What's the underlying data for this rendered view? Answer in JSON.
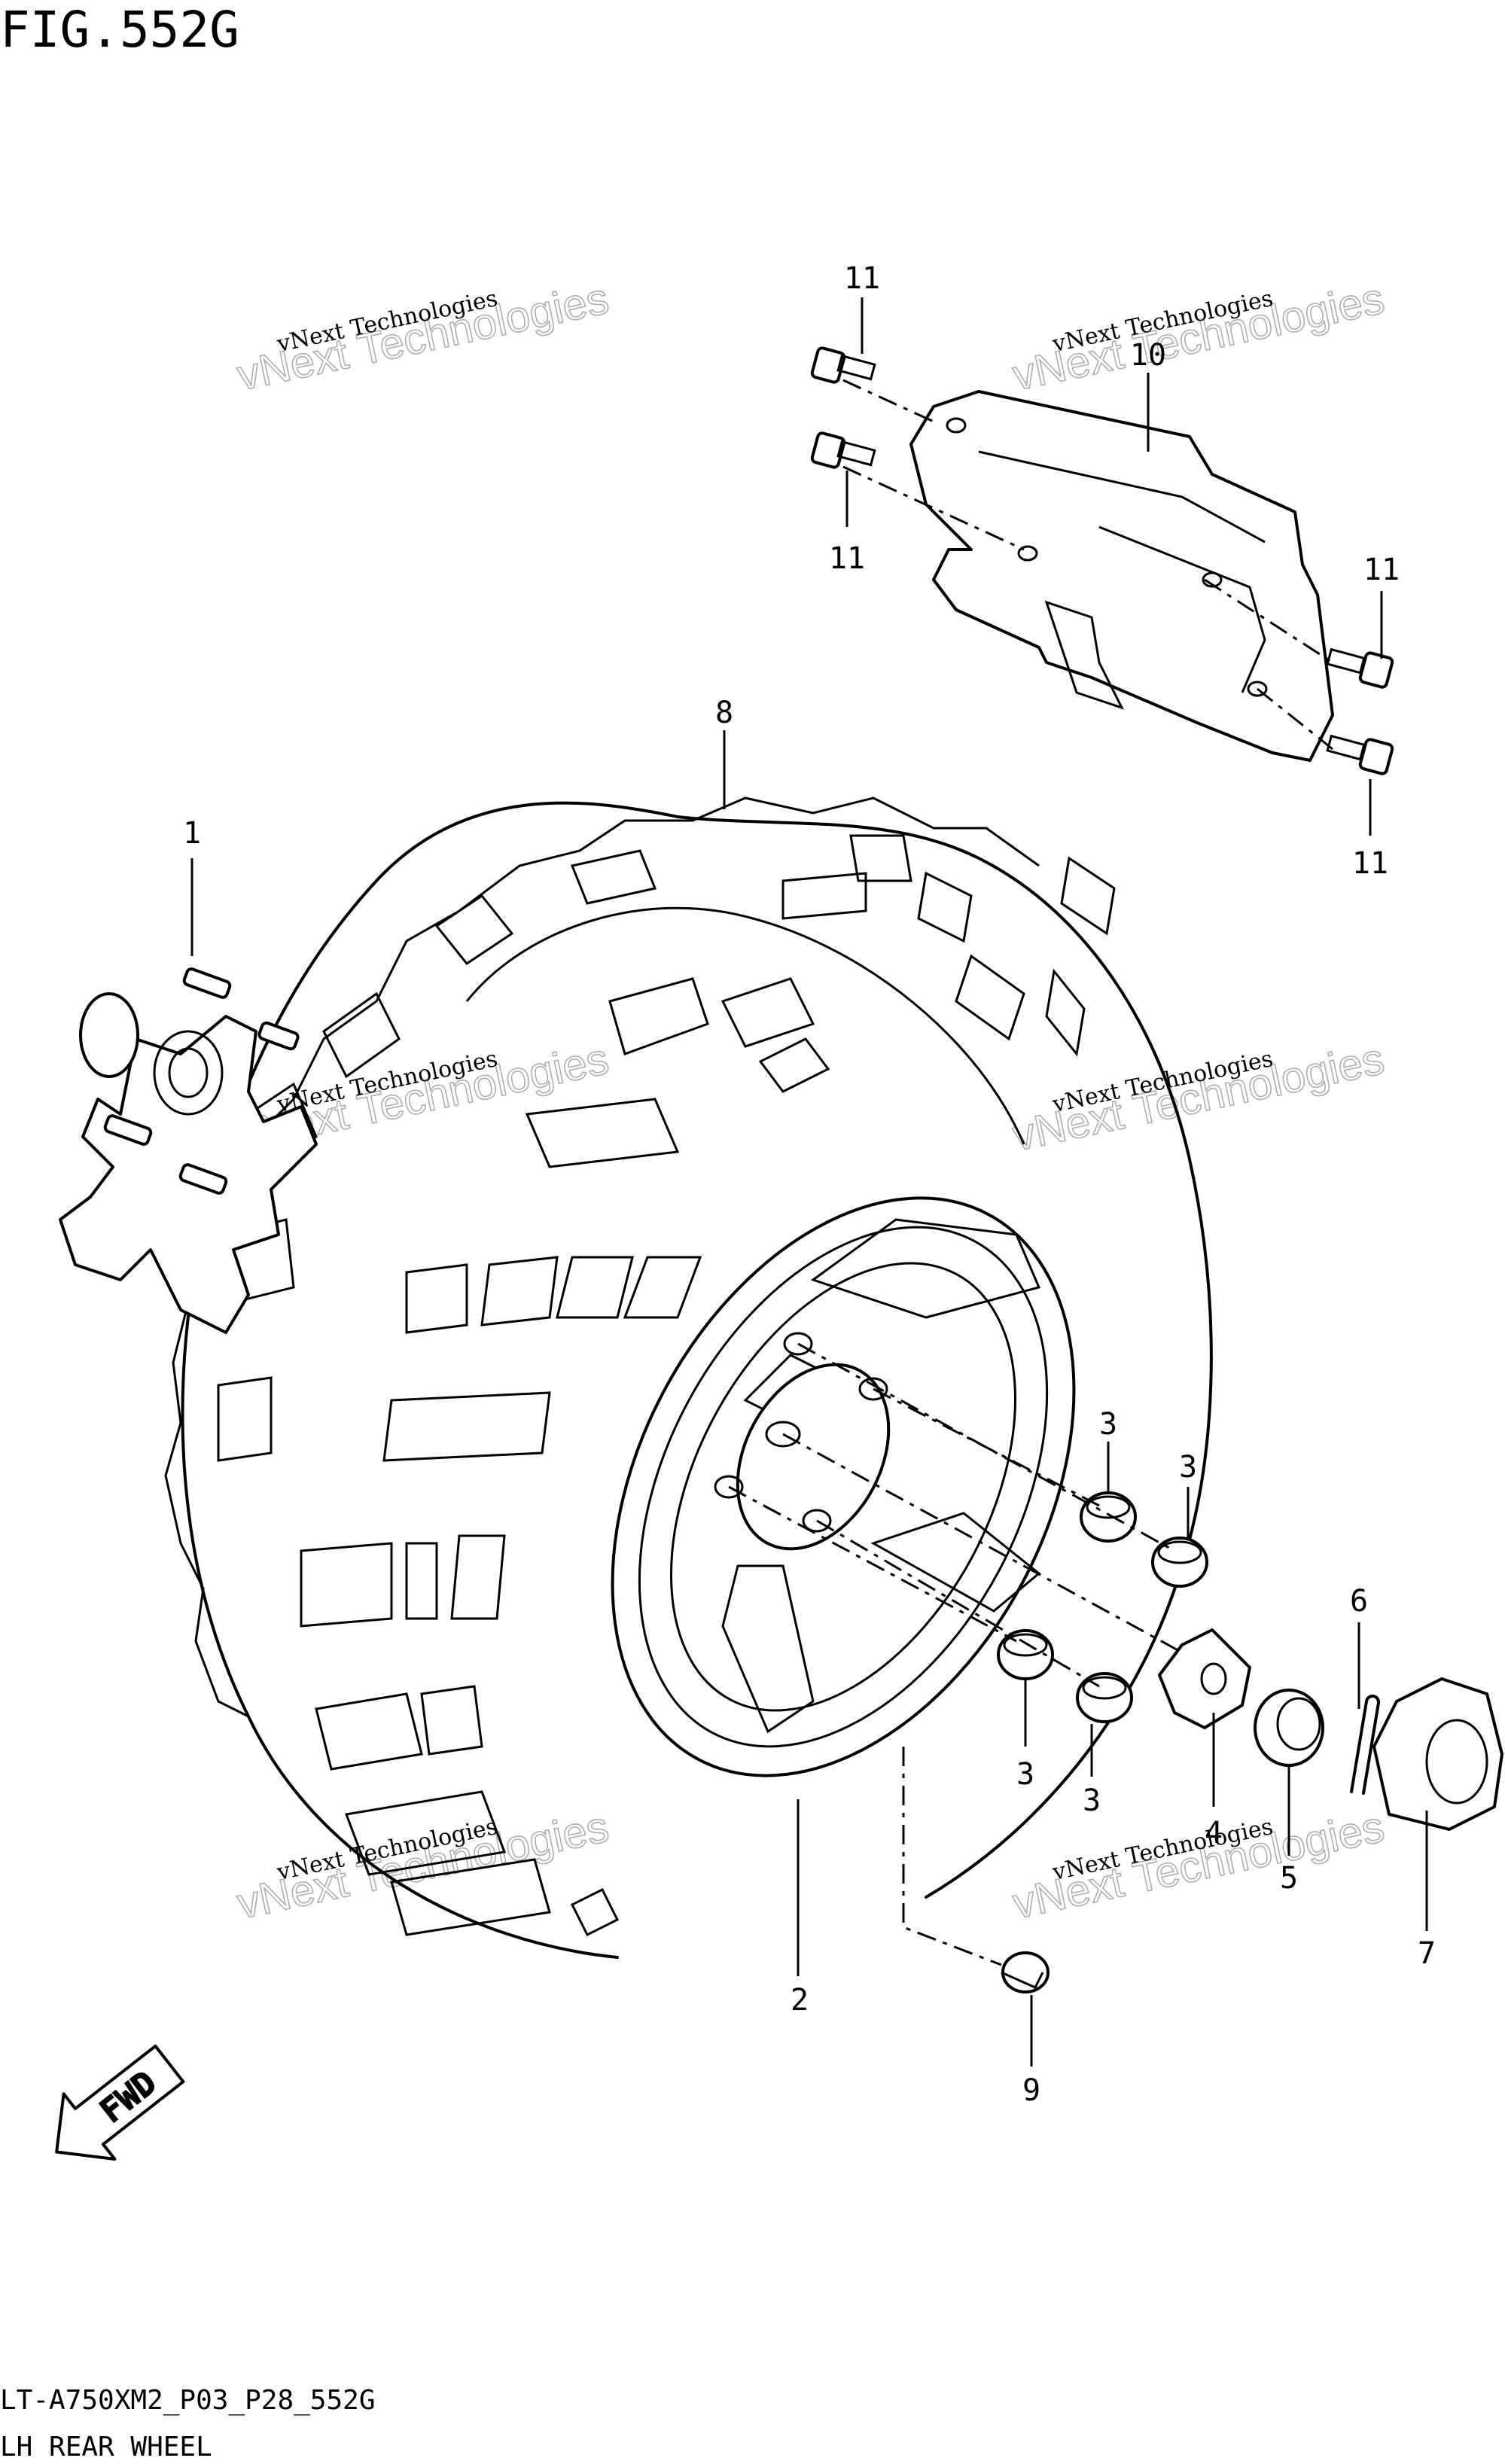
{
  "figure": {
    "title": "FIG.552G",
    "code": "LT-A750XM2_P03_P28_552G",
    "name": "LH REAR WHEEL"
  },
  "watermark": {
    "line_small": "vNext Technologies",
    "line_big": "vNext Technologies"
  },
  "fwd_arrow": {
    "label": "FWD"
  },
  "parts": [
    {
      "ref": "1",
      "part": "hub"
    },
    {
      "ref": "2",
      "part": "wheel-rim"
    },
    {
      "ref": "3",
      "part": "wheel-nut"
    },
    {
      "ref": "4",
      "part": "washer"
    },
    {
      "ref": "5",
      "part": "castle-nut"
    },
    {
      "ref": "6",
      "part": "cotter-pin"
    },
    {
      "ref": "7",
      "part": "hub-cap"
    },
    {
      "ref": "8",
      "part": "tire"
    },
    {
      "ref": "9",
      "part": "valve"
    },
    {
      "ref": "10",
      "part": "bracket"
    },
    {
      "ref": "11",
      "part": "bolt"
    }
  ]
}
